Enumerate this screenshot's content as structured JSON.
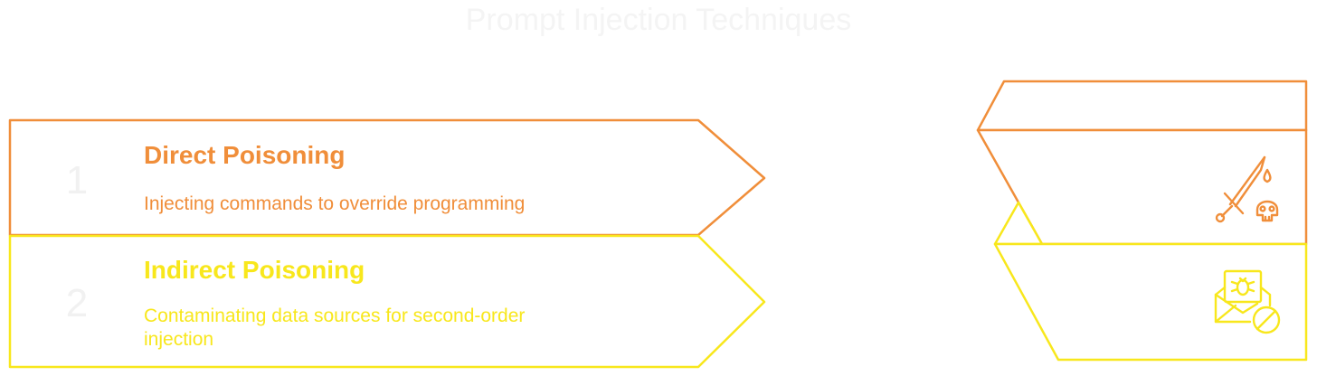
{
  "title": "Prompt Injection Techniques",
  "colors": {
    "orange": "#f08e3a",
    "yellow": "#f8e71c",
    "title_gray": "#f4f4f4",
    "number_gray": "#f1f1f1"
  },
  "items": [
    {
      "number": "1",
      "heading": "Direct Poisoning",
      "description": "Injecting commands to override programming",
      "icon": "sword-poison-skull-icon"
    },
    {
      "number": "2",
      "heading": "Indirect Poisoning",
      "description": "Contaminating data sources for second-order injection",
      "icon": "infected-mail-blocked-icon"
    }
  ]
}
